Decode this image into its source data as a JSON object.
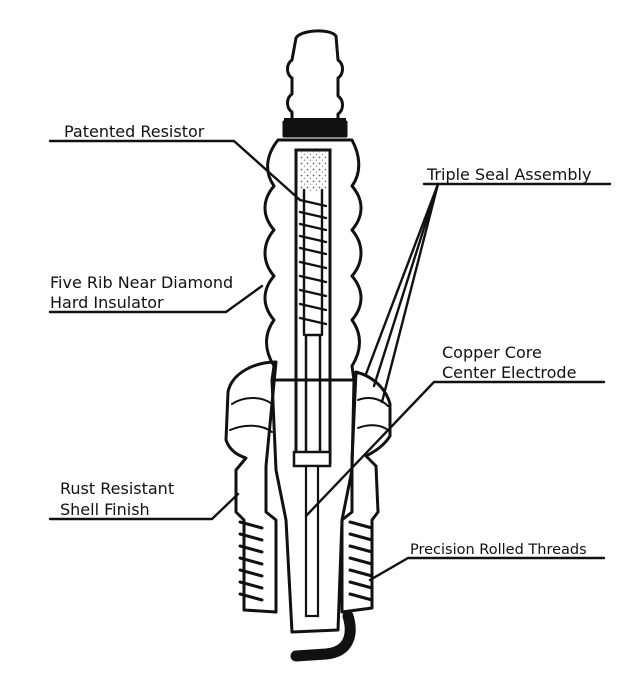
{
  "diagram": {
    "labels": {
      "patented_resistor": "Patented Resistor",
      "triple_seal": "Triple Seal Assembly",
      "insulator_line1": "Five Rib Near Diamond",
      "insulator_line2": "Hard Insulator",
      "copper_line1": "Copper Core",
      "copper_line2": "Center Electrode",
      "rust_line1": "Rust Resistant",
      "rust_line2": "Shell Finish",
      "threads": "Precision Rolled Threads"
    },
    "colors": {
      "ink": "#111111",
      "background": "#ffffff",
      "shading": "#8a8a8a"
    }
  }
}
